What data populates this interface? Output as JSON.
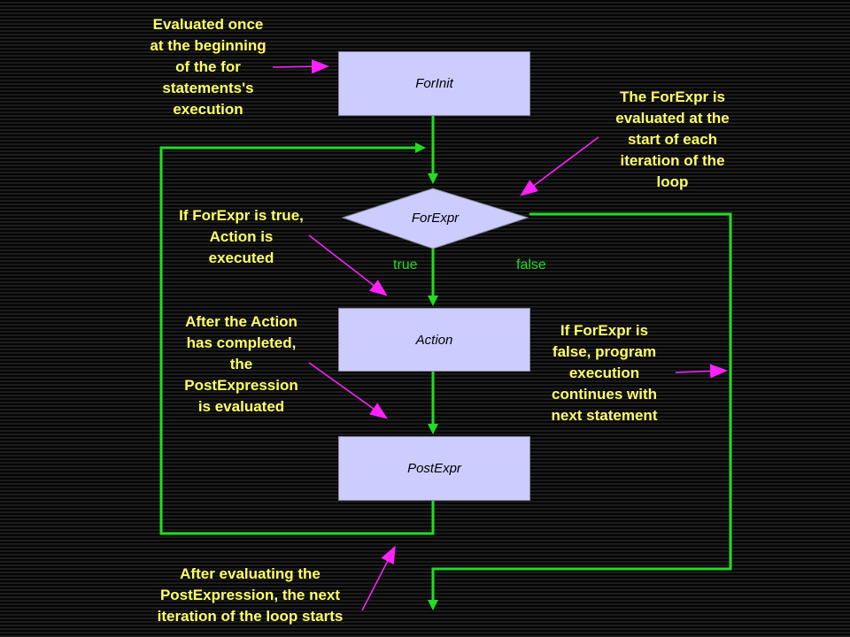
{
  "boxes": {
    "forinit": "ForInit",
    "forexpr": "ForExpr",
    "action": "Action",
    "postexpr": "PostExpr"
  },
  "branches": {
    "true": "true",
    "false": "false"
  },
  "notes": {
    "forinit_lines": [
      "Evaluated once",
      "at the beginning",
      "of the for",
      "statements's",
      "execution"
    ],
    "forexpr_start_lines": [
      "The ForExpr is",
      "evaluated at the",
      "start of each",
      "iteration of the",
      "loop"
    ],
    "if_true_lines": [
      "If ForExpr is true,",
      "Action is",
      "executed"
    ],
    "after_action_lines": [
      "After the Action",
      "has completed,",
      "the",
      "PostExpression",
      "is evaluated"
    ],
    "if_false_lines": [
      "If ForExpr is",
      "false, program",
      "execution",
      "continues with",
      "next statement"
    ],
    "next_iteration_lines": [
      "After evaluating the",
      "PostExpression, the next",
      "iteration of the loop starts"
    ]
  },
  "colors": {
    "flow_line": "#22dd22",
    "pointer_arrow": "#ff22ff",
    "box_fill": "#ccccff",
    "note_text": "#ffff66"
  }
}
